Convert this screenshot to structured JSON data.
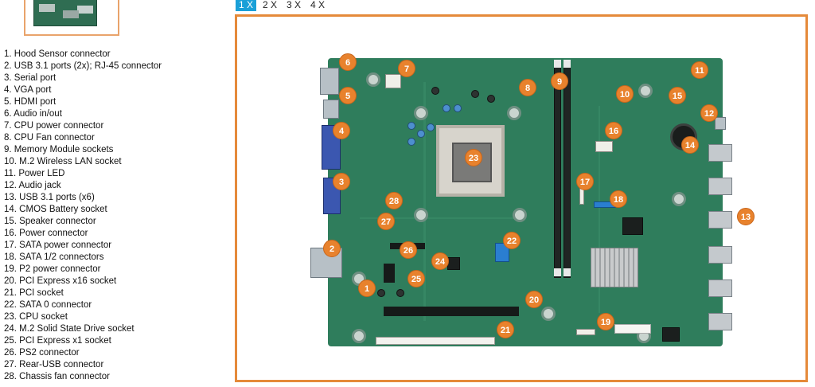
{
  "zoom": {
    "options": [
      "1 X",
      "2 X",
      "3 X",
      "4 X"
    ],
    "selected": "1 X"
  },
  "legend": [
    "1. Hood Sensor connector",
    "2. USB 3.1 ports (2x); RJ-45 connector",
    "3. Serial port",
    "4. VGA port",
    "5. HDMI port",
    "6. Audio in/out",
    "7. CPU power connector",
    "8. CPU Fan connector",
    "9. Memory Module sockets",
    "10.  M.2 Wireless LAN socket",
    "11.  Power LED",
    "12.  Audio jack",
    "13.  USB 3.1 ports (x6)",
    "14.  CMOS Battery socket",
    "15.  Speaker connector",
    "16.  Power connector",
    "17.  SATA power connector",
    "18.  SATA 1/2 connectors",
    "19.  P2 power connector",
    "20.  PCI Express x16 socket",
    "21.  PCI socket",
    "22.  SATA 0 connector",
    "23.  CPU socket",
    "24.  M.2 Solid State Drive socket",
    "25.  PCI Express x1 socket",
    "26.  PS2 connector",
    "27.  Rear-USB connector",
    "28.  Chassis fan connector"
  ],
  "callouts": [
    "1",
    "2",
    "3",
    "4",
    "5",
    "6",
    "7",
    "8",
    "9",
    "10",
    "11",
    "12",
    "13",
    "14",
    "15",
    "16",
    "17",
    "18",
    "19",
    "20",
    "21",
    "22",
    "23",
    "24",
    "25",
    "26",
    "27",
    "28"
  ],
  "colors": {
    "accent_orange": "#e58a3a",
    "callout_fill": "#e8822d",
    "zoom_active": "#1aa0d8",
    "pcb_green": "#2f7d5c"
  }
}
